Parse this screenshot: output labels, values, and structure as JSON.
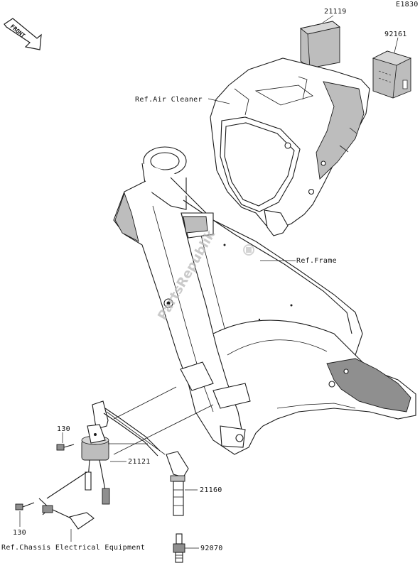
{
  "diagram_code": "E1830",
  "front_badge": "FRONT",
  "watermark": "PartsRepublik",
  "parts": {
    "p21119": "21119",
    "p92161": "92161",
    "p21121": "21121",
    "p21160": "21160",
    "p92070": "92070",
    "p130_top": "130",
    "p130_bottom": "130"
  },
  "refs": {
    "air_cleaner": "Ref.Air Cleaner",
    "frame": "Ref.Frame",
    "chassis_electrical": "Ref.Chassis Electrical Equipment"
  }
}
